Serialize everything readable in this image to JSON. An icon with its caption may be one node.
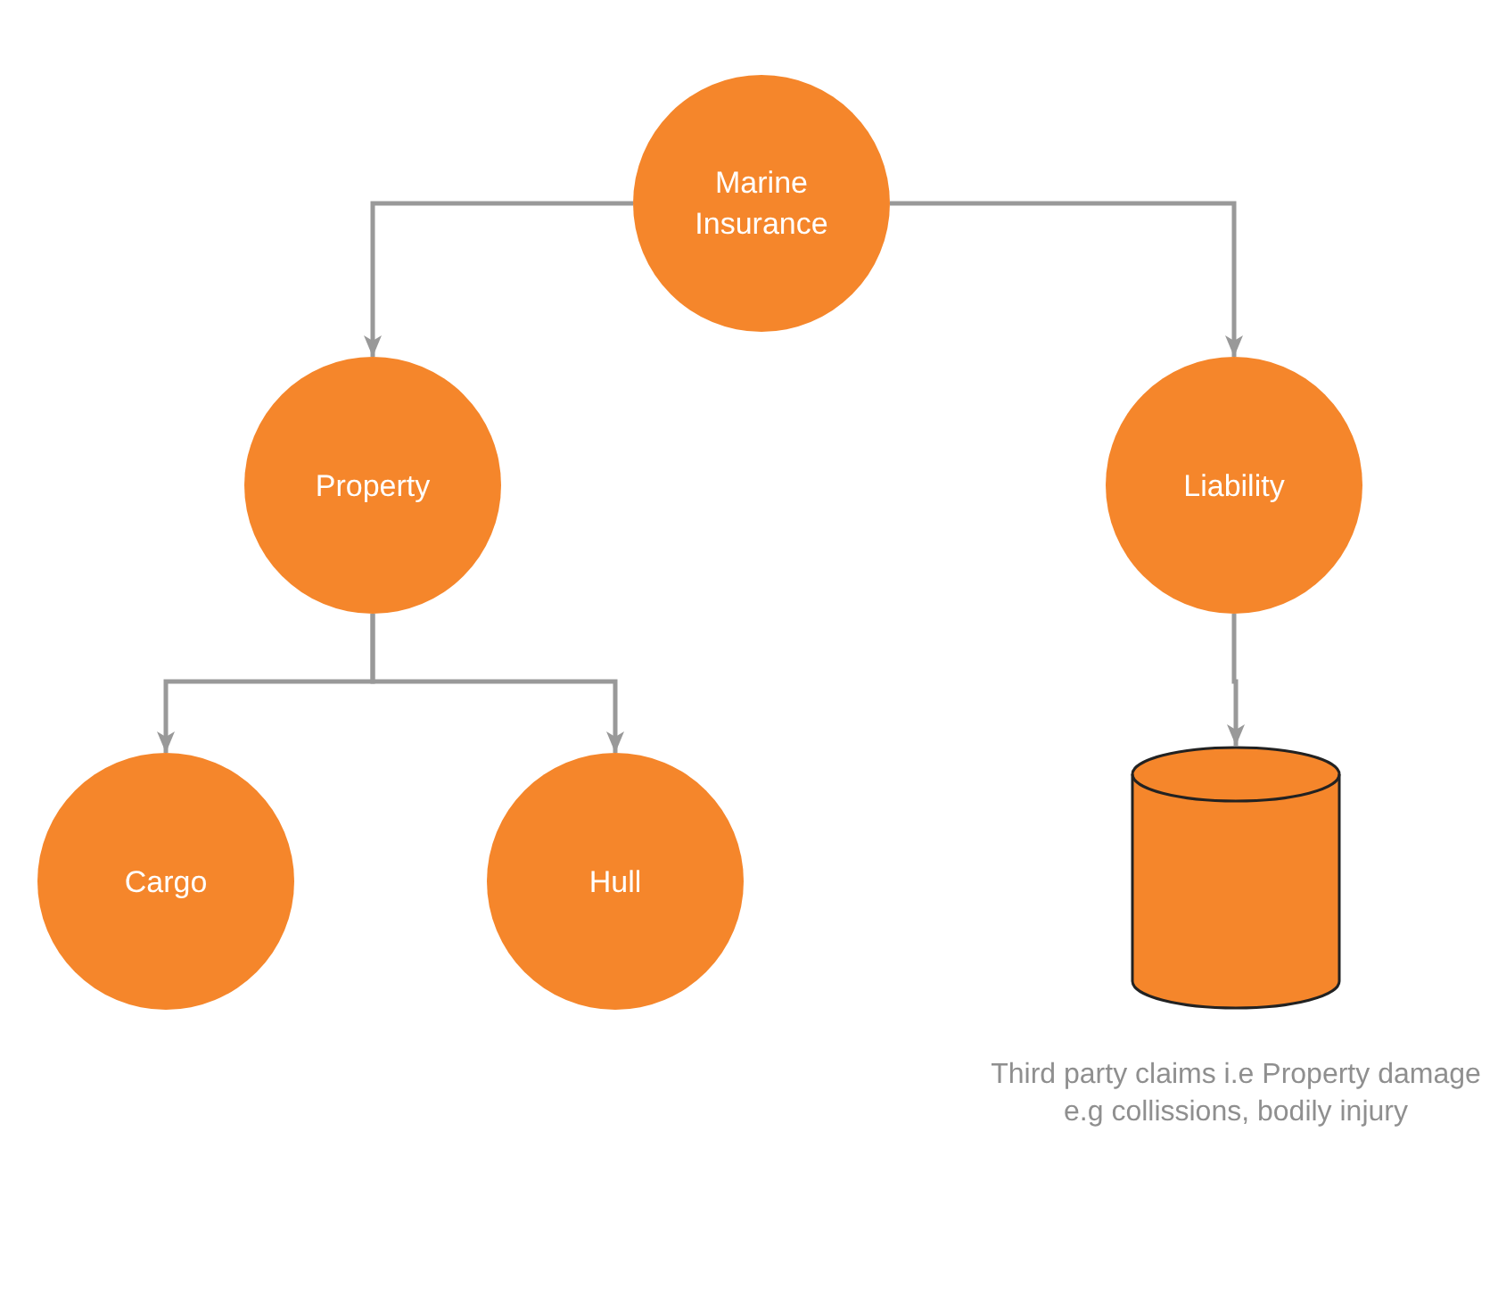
{
  "diagram": {
    "nodes": [
      {
        "text": [
          "Marine Insurance"
        ]
      },
      {
        "text": [
          "Property"
        ]
      },
      {
        "text": [
          "Liability"
        ]
      },
      {
        "text": [
          "Cargo"
        ]
      },
      {
        "text": [
          "Hull"
        ]
      },
      {
        "text": [],
        "shape": "cylinder",
        "beside": [
          "Third party claims i.e Property damage e.g collissions, bodily injury"
        ]
      }
    ],
    "edges": [
      {
        "from": 0,
        "to": 1,
        "arrow": "to"
      },
      {
        "from": 0,
        "to": 2,
        "arrow": "to"
      },
      {
        "from": 1,
        "to": 3,
        "arrow": "to"
      },
      {
        "from": 1,
        "to": 4,
        "arrow": "to"
      },
      {
        "from": 2,
        "to": 5,
        "arrow": "to"
      }
    ]
  }
}
